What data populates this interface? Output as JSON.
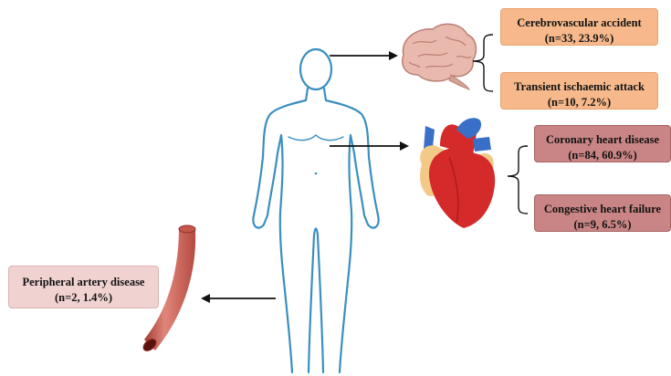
{
  "diagram": {
    "brain": {
      "conditions": [
        {
          "name": "Cerebrovascular accident",
          "stat": "(n=33, 23.9%)"
        },
        {
          "name": "Transient ischaemic attack",
          "stat": "(n=10, 7.2%)"
        }
      ]
    },
    "heart": {
      "conditions": [
        {
          "name": "Coronary heart disease",
          "stat": "(n=84, 60.9%)"
        },
        {
          "name": "Congestive heart failure",
          "stat": "(n=9, 6.5%)"
        }
      ]
    },
    "artery": {
      "conditions": [
        {
          "name": "Peripheral artery disease",
          "stat": "(n=2, 1.4%)"
        }
      ]
    },
    "colors": {
      "brain_box": "#f7b98b",
      "heart_box": "#c98585",
      "artery_box": "#f0d3d1",
      "body_outline": "#3a8fc0",
      "heart_red": "#d42a2a",
      "heart_blue": "#3a6fc8",
      "heart_yellow": "#f3c987",
      "vessel": "#d4756a"
    }
  }
}
